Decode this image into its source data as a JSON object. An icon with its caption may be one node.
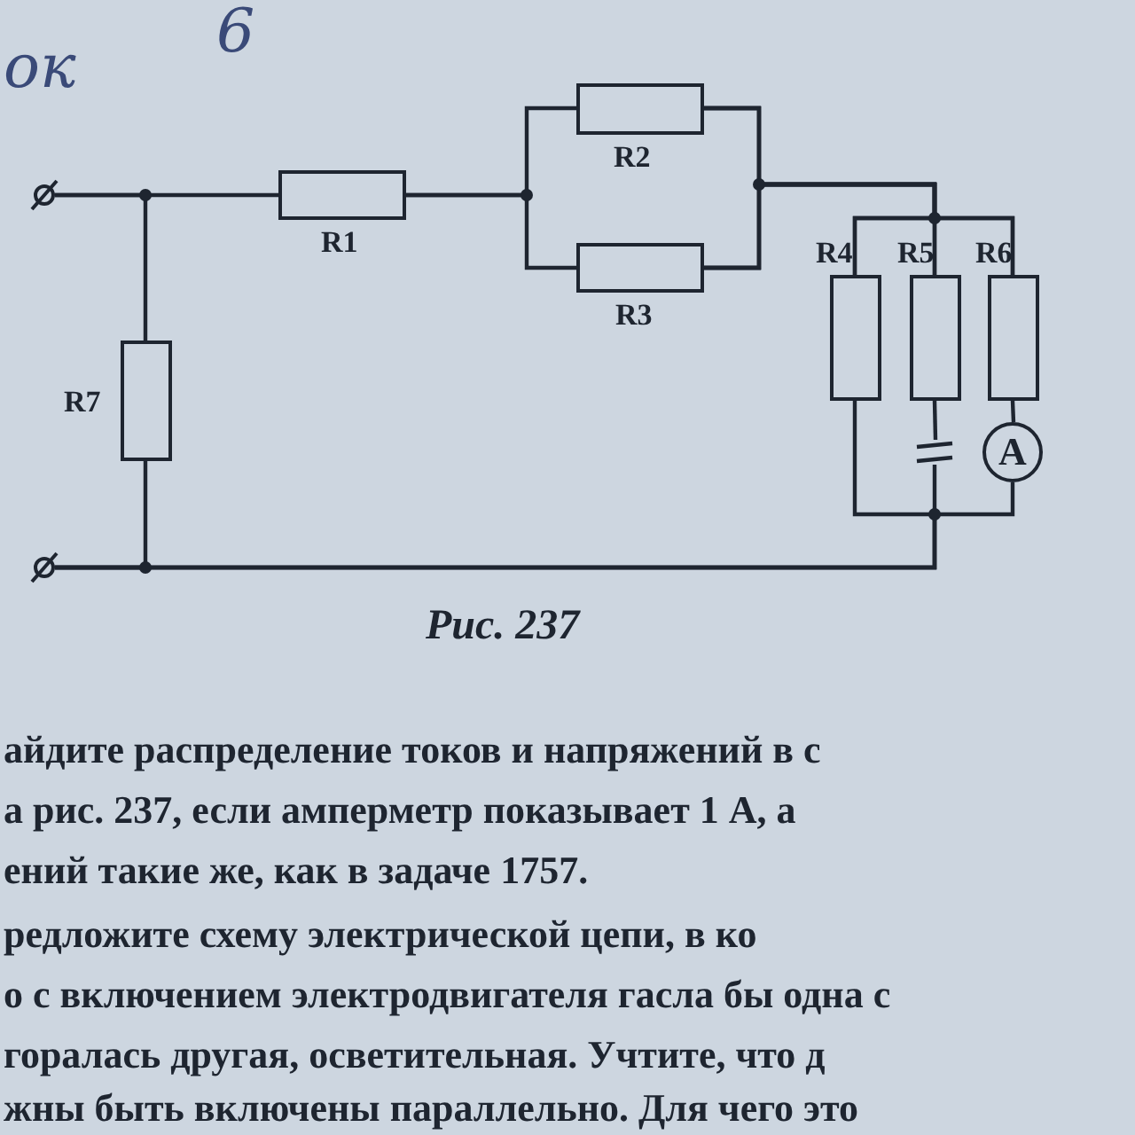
{
  "diagram": {
    "caption": "Рис. 237",
    "nodes": [
      {
        "text": [],
        "shape": "circle"
      },
      {
        "text": [],
        "shape": "circle"
      },
      {
        "text": [],
        "shape": "box",
        "beside": [
          "R1"
        ]
      },
      {
        "text": [],
        "shape": "box",
        "beside": [
          "R2"
        ]
      },
      {
        "text": [],
        "shape": "box",
        "beside": [
          "R3"
        ]
      },
      {
        "text": [],
        "shape": "box",
        "beside": [
          "R4"
        ]
      },
      {
        "text": [],
        "shape": "box",
        "beside": [
          "R5"
        ]
      },
      {
        "text": [],
        "shape": "box",
        "beside": [
          "R6"
        ]
      },
      {
        "text": [],
        "shape": "box",
        "beside": [
          "R7"
        ]
      },
      {
        "text": [],
        "shape": "capacitor"
      },
      {
        "text": [
          "A"
        ]
      }
    ],
    "edges": [
      {
        "from": 0,
        "to": 2,
        "arrow": "none"
      },
      {
        "from": 0,
        "to": 8,
        "arrow": "none"
      },
      {
        "from": 2,
        "to": 3,
        "arrow": "none"
      },
      {
        "from": 2,
        "to": 4,
        "arrow": "none"
      },
      {
        "from": 3,
        "to": 5,
        "arrow": "none"
      },
      {
        "from": 3,
        "to": 6,
        "arrow": "none"
      },
      {
        "from": 3,
        "to": 7,
        "arrow": "none"
      },
      {
        "from": 4,
        "to": 5,
        "arrow": "none"
      },
      {
        "from": 4,
        "to": 6,
        "arrow": "none"
      },
      {
        "from": 4,
        "to": 7,
        "arrow": "none"
      },
      {
        "from": 6,
        "to": 9,
        "arrow": "none"
      },
      {
        "from": 7,
        "to": 10,
        "arrow": "none"
      },
      {
        "from": 5,
        "to": 1,
        "arrow": "none"
      },
      {
        "from": 9,
        "to": 1,
        "arrow": "none"
      },
      {
        "from": 10,
        "to": 1,
        "arrow": "none"
      },
      {
        "from": 8,
        "to": 1,
        "arrow": "none"
      }
    ],
    "labels": [
      "ок",
      "6",
      "айдите распределение токов и напряжений в с",
      "а рис. 237, если амперметр показывает 1 А, а",
      "ений такие же, как в задаче 1757.",
      "редложите схему электрической цепи, в ко",
      "о с включением электродвигателя гасла бы одна с",
      "горалась другая, осветительная. Учтите, что д",
      "жны быть включены параллельно. Для чего это"
    ]
  }
}
